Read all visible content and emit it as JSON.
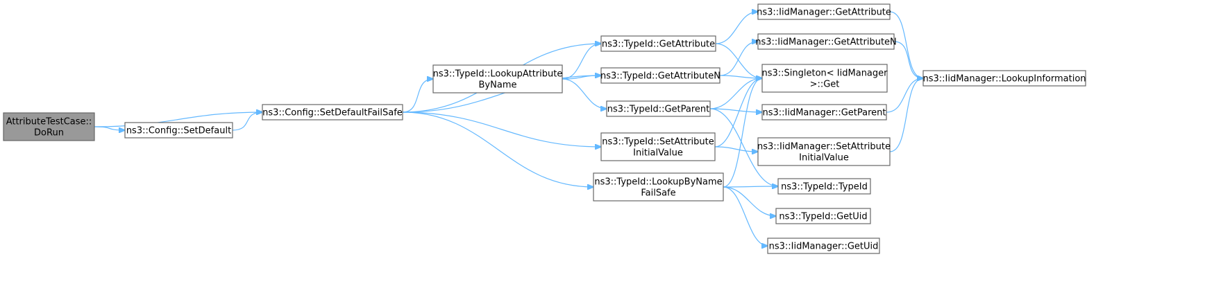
{
  "diagram": {
    "type": "call-graph",
    "colors": {
      "edge": "#63b8ff",
      "root_fill": "#999999",
      "node_fill": "#ffffff",
      "node_border": "#666666"
    },
    "nodes": [
      {
        "id": "dorun",
        "lines": [
          "AttributeTestCase::",
          "DoRun"
        ],
        "root": true
      },
      {
        "id": "setdefault",
        "lines": [
          "ns3::Config::SetDefault"
        ]
      },
      {
        "id": "setdefaultfailsafe",
        "lines": [
          "ns3::Config::SetDefaultFailSafe"
        ]
      },
      {
        "id": "lookupattrbyname",
        "lines": [
          "ns3::TypeId::LookupAttribute",
          "ByName"
        ]
      },
      {
        "id": "tid_getattribute",
        "lines": [
          "ns3::TypeId::GetAttribute"
        ]
      },
      {
        "id": "tid_getattributen",
        "lines": [
          "ns3::TypeId::GetAttributeN"
        ]
      },
      {
        "id": "tid_getparent",
        "lines": [
          "ns3::TypeId::GetParent"
        ]
      },
      {
        "id": "tid_setattrinit",
        "lines": [
          "ns3::TypeId::SetAttribute",
          "InitialValue"
        ]
      },
      {
        "id": "tid_lookupbyname",
        "lines": [
          "ns3::TypeId::LookupByName",
          "FailSafe"
        ]
      },
      {
        "id": "iid_getattribute",
        "lines": [
          "ns3::IidManager::GetAttribute"
        ]
      },
      {
        "id": "iid_getattributen",
        "lines": [
          "ns3::IidManager::GetAttributeN"
        ]
      },
      {
        "id": "singleton_get",
        "lines": [
          "ns3::Singleton< IidManager",
          ">::Get"
        ]
      },
      {
        "id": "iid_getparent",
        "lines": [
          "ns3::IidManager::GetParent"
        ]
      },
      {
        "id": "iid_setattrinit",
        "lines": [
          "ns3::IidManager::SetAttribute",
          "InitialValue"
        ]
      },
      {
        "id": "tid_typeid",
        "lines": [
          "ns3::TypeId::TypeId"
        ]
      },
      {
        "id": "tid_getuid",
        "lines": [
          "ns3::TypeId::GetUid"
        ]
      },
      {
        "id": "iid_getuid",
        "lines": [
          "ns3::IidManager::GetUid"
        ]
      },
      {
        "id": "iid_lookupinfo",
        "lines": [
          "ns3::IidManager::LookupInformation"
        ]
      }
    ],
    "edges": [
      {
        "from": "dorun",
        "to": "setdefaultfailsafe"
      },
      {
        "from": "dorun",
        "to": "setdefault"
      },
      {
        "from": "setdefault",
        "to": "setdefaultfailsafe"
      },
      {
        "from": "setdefaultfailsafe",
        "to": "tid_getattribute"
      },
      {
        "from": "setdefaultfailsafe",
        "to": "lookupattrbyname"
      },
      {
        "from": "setdefaultfailsafe",
        "to": "tid_getattributen"
      },
      {
        "from": "setdefaultfailsafe",
        "to": "tid_setattrinit"
      },
      {
        "from": "setdefaultfailsafe",
        "to": "tid_lookupbyname"
      },
      {
        "from": "lookupattrbyname",
        "to": "tid_getattribute"
      },
      {
        "from": "lookupattrbyname",
        "to": "tid_getattributen"
      },
      {
        "from": "lookupattrbyname",
        "to": "tid_getparent"
      },
      {
        "from": "tid_getattribute",
        "to": "iid_getattribute"
      },
      {
        "from": "tid_getattribute",
        "to": "singleton_get"
      },
      {
        "from": "tid_getattributen",
        "to": "iid_getattributen"
      },
      {
        "from": "tid_getattributen",
        "to": "singleton_get"
      },
      {
        "from": "tid_getparent",
        "to": "singleton_get"
      },
      {
        "from": "tid_getparent",
        "to": "iid_getparent"
      },
      {
        "from": "tid_getparent",
        "to": "tid_typeid"
      },
      {
        "from": "tid_setattrinit",
        "to": "singleton_get"
      },
      {
        "from": "tid_setattrinit",
        "to": "iid_setattrinit"
      },
      {
        "from": "tid_lookupbyname",
        "to": "singleton_get"
      },
      {
        "from": "tid_lookupbyname",
        "to": "tid_typeid"
      },
      {
        "from": "tid_lookupbyname",
        "to": "tid_getuid"
      },
      {
        "from": "tid_lookupbyname",
        "to": "iid_getuid"
      },
      {
        "from": "iid_getattribute",
        "to": "iid_lookupinfo"
      },
      {
        "from": "iid_getattributen",
        "to": "iid_lookupinfo"
      },
      {
        "from": "iid_getparent",
        "to": "iid_lookupinfo"
      },
      {
        "from": "iid_setattrinit",
        "to": "iid_lookupinfo"
      }
    ]
  }
}
